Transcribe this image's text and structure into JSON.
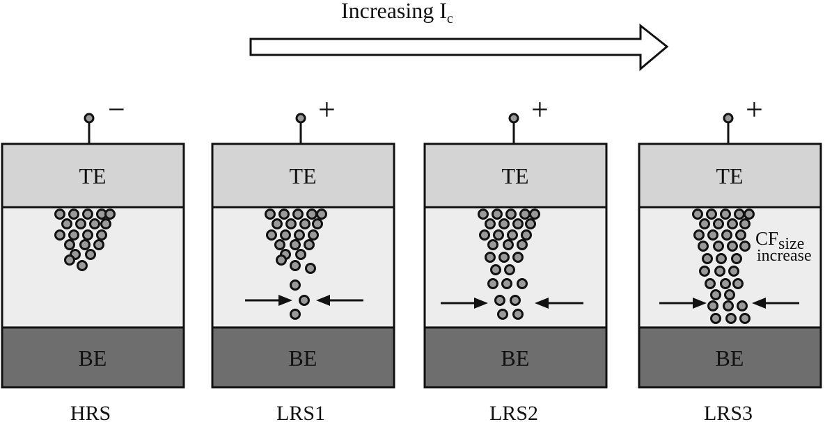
{
  "header": {
    "arrow_label_main": "Increasing I",
    "arrow_label_sub": "c"
  },
  "cells": [
    {
      "caption": "HRS",
      "polarity": "−",
      "top_electrode": "TE",
      "bottom_electrode": "BE"
    },
    {
      "caption": "LRS1",
      "polarity": "+",
      "top_electrode": "TE",
      "bottom_electrode": "BE"
    },
    {
      "caption": "LRS2",
      "polarity": "+",
      "top_electrode": "TE",
      "bottom_electrode": "BE"
    },
    {
      "caption": "LRS3",
      "polarity": "+",
      "top_electrode": "TE",
      "bottom_electrode": "BE"
    }
  ],
  "annotation": {
    "main": "CF",
    "sub": "size",
    "line2": "increase"
  },
  "colors": {
    "top_electrode": "#d4d4d4",
    "switching_layer": "#ededed",
    "bottom_electrode": "#6e6e6e",
    "particle_fill": "#9a9a9a",
    "outline": "#111111"
  }
}
